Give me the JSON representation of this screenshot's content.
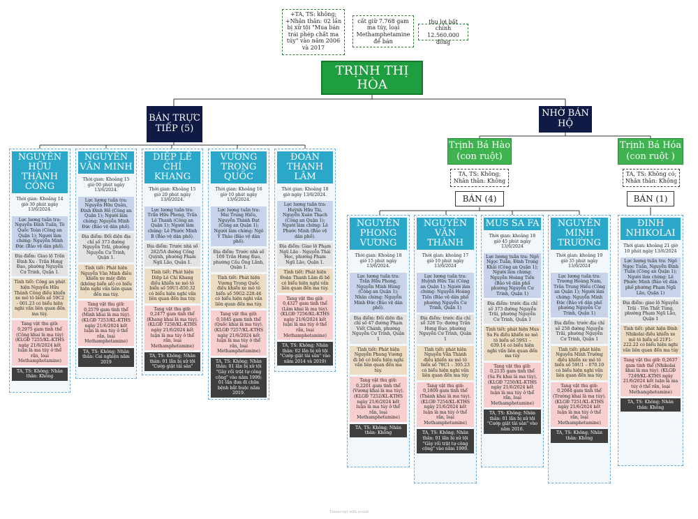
{
  "top_notes": {
    "criminal": "+TA, TS: không;\n+Nhân thân: 02 lần bị xử tội \"Mua bán trái phép chất ma túy\" vào năm 2006 và 2017",
    "hidden": "cất giữ 7.768 gam ma túy, loại Methamphetamine để bán",
    "profit": "thu lợi bất chính 12.560.000 đồng"
  },
  "root": "TRỊNH THỊ HÒA",
  "branches": {
    "direct": "BÁN TRỰC TIẾP (5)",
    "via": "NHỜ BÁN HỘ"
  },
  "sons": [
    {
      "name": "Trịnh Bá Hào (con ruột)",
      "note": "TA, TS: Không; Nhân thân: Không",
      "ban": "BÁN (4)"
    },
    {
      "name": "Trịnh Bá Hóa (con ruột )",
      "note": "TA, TS: Không có; Nhân thân: Không",
      "ban": "BÁN (1)"
    }
  ],
  "people": [
    {
      "name": "NGUYỄN HỮU THÀNH CÔNG",
      "time": "Thời gian: Khoảng 14 giờ 30 phút ngày 13/6/2024.",
      "force": "Lực lượng tuần tra: Nguyễn Đình Tuấn, Tô Quốc Toàn (Công an Quận 1); Người làm chứng: Nguyễn Minh Đức (Bảo vệ dân phố).",
      "place": "Địa điểm: Giao lộ Trần Đình Xu - Trần Hưng Đạo, phường Nguyễn Cư Trinh, Quận 1.",
      "detail": "Tình tiết: Công an phát hiện Nguyễn Hữu Thành Công điều khiển xe mô tô biển số 59C2 - 001.23 có biểu hiện nghi vấn liên quan đến ma túy.",
      "evidence": "Tang vật thu giữ: 0,2975 gam tinh thể (Công khai là ma túy) (KLGĐ 7255/KL-KTHS ngày 21/6/2024 kết luận là ma túy ở thể rắn, loại Methamphetamine)",
      "record": "TA, TS: Không; Nhân thân: Không"
    },
    {
      "name": "NGUYỄN VĂN MINH",
      "time": "Thời gian: Khoảng 15 giờ 00 phút ngày 13/6/2024.",
      "force": "Lực lượng tuần tra: Nguyễn Hữu Quân, Đinh Đình Hồ (Công an Quận 1); Người làm chứng: Nguyễn Minh Đức (Bảo vệ dân phố).",
      "place": "Địa điểm: Đối diện địa chỉ số 373 đường Nguyễn Trãi, phường Nguyễn Cư Trinh, Quận 1.",
      "detail": "Tình tiết: Phát hiện Nguyễn Văn Minh điều khiển xe máy điện (không biển số) có biểu hiện nghi vấn liên quan đến ma túy.",
      "evidence": "Tang vật thu giữ: 0,2579 gam tinh thể (Minh khai là ma túy). (KLGĐ 7253/KL-KTHS ngày 21/6/2024 kết luận là ma túy ở thể rắn, loại Methamphetamine)",
      "record": "TA, TS: Không; Nhân thân: Cai nghiện năm 2019"
    },
    {
      "name": "DIỆP LÊ CHÍ KHANG",
      "time": "Thời gian: Khoảng 15 giờ 20 phút ngày 13/6/2024.",
      "force": "Lực lượng tuần tra: Trần Hữu Phong, Trần Lê Thanh (Công an Quận 1); Người làm chứng: Lê Phước Minh B (Bảo vệ dân phố).",
      "place": "Địa điểm: Trước nhà số 282/5A đường Cống Quỳnh, phường Phạm Ngũ Lão, Quận 1.",
      "detail": "Tình tiết: Phát hiện Diệp Lê Chí Khang điều khiển xe mô tô biển số 59U1-850.32 có biểu hiện nghi vấn liên quan đến ma túy.",
      "evidence": "Tang vật thu giữ: 0,2477 gam tinh thể (Khang khai là ma túy). (KLGĐ 7258/KL-KTHS ngày 21/6/2024 kết luận là ma túy ở thể rắn, loại Methamphetamine)",
      "record": "TA, TS: Không; Nhân thân: 01 lần bị xử tội \"Cướp giật tài sản\""
    },
    {
      "name": "VƯƠNG TRỌNG QUỐC",
      "time": "Thời gian: Khoảng 16 giờ 10 phút ngày 13/6/2024.",
      "force": "Lực lượng tuần tra: Mai Trung Hiếu, Nguyễn Thành Đạt (Công an Quận 1); Người làm chứng: Ngô Ý Thảo (Bảo vệ dân phố).",
      "place": "Địa điểm: Trước nhà số 109 Trần Hưng Đạo, phường Cầu Ông Lãnh, Quận 1.",
      "detail": "Tình tiết: Phát hiện Vương Trọng Quốc điều khiển xe mô tô biển số 59G2-228.46 có biểu hiện nghi vấn liên quan đến ma túy.",
      "evidence": "Tang vật thu giữ: 0,1845 gam tinh thể (Quốc khai là ma túy). (KLGĐ 7257/KL-KTHS ngày 21/6/2024 kết luận là ma túy ở thể rắn, loại Methamphetamine)",
      "record": "TA, TS: Không; Nhân thân: 01 lần bị xử tội \"Gây rối trật tự công cộng\" vào năm 1999; 01 lần đưa đi chữa bệnh bắt buộc năm 2019."
    },
    {
      "name": "ĐOÀN THANH LÂM",
      "time": "Thời gian: Khoảng 18 giờ ngày 13/6/2024.",
      "force": "Lực lượng tuần tra: Huỳnh Hữu Tài, Nguyễn Xuân Thạch (Công an Quận 1); Người làm chứng: Lê Phước Minh (Bảo vệ dân phố).",
      "place": "Địa điểm: Giao lộ Phạm Ngũ Lão - Nguyễn Thái Học, phường Phạm Ngũ Lão, Quận 1.",
      "detail": "Tình tiết: Phát hiện Đoàn Thanh Lâm đi bộ có biểu hiện nghi vấn liên quan đến ma túy.",
      "evidence": "Tang vật thu giữ: 0,4327 gam tinh thể (Lâm khai là ma túy). (KLGĐ 7256/KL-KTHS ngày 21/6/2024 kết luận là ma túy ở thể rắn, loại Methamphetamine)",
      "record": "TA, TS: Không; Nhân thân: 02 lần bị xử tội \"Cướp giật tài sản\" vào năm 2014 và 2019)"
    },
    {
      "name": "NGUYỄN PHONG VƯƠNG",
      "time": "Thời gian: Khoảng 18 giờ 15 phút ngày 13/6/2024.",
      "force": "Lực lượng tuần tra: Trần Hữu Phong, Nguyễn Minh Hùng (Công an Quận 1); Nhân chứng: Nguyễn Minh Đức (Bảo vệ dân phố).",
      "place": "Địa điểm: Đối diện địa chỉ số 47 đường Phạm Viết Chánh, phường Nguyễn Cư Trinh, Quận 1",
      "detail": "Tình tiết: Phát hiện Nguyễn Phong Vương đi bộ có biểu hiện nghi vấn liên quan đến ma túy.",
      "evidence": "Tang vật thu giữ: 0,2201 gam tinh thể (Vương khai là ma túy). (KLGĐ 7252/KL-KTHS ngày 21/6/2024 kết luận là ma túy ở thể rắn, loại Methamphetamine)",
      "record": "TA, TS: Không; Nhân thân: Không"
    },
    {
      "name": "NGUYỄN VĂN THÀNH",
      "time": "Thời gian: khoảng 17 giờ 10 phút ngày 13/6/2024",
      "force": "Lực lượng tuần tra: Huỳnh Hữu Tài (Công an Quận 1); Người làm chứng: Nguyễn Hoàng Tiến (Bảo vệ dân phố phường Nguyễn Cư Trinh, Quận 1)",
      "place": "Địa điểm: trước địa chỉ số 328 Tọ: đường Trần Hưng Đạo, phường Nguyễn Cư Trinh, Quận 1",
      "detail": "Tình tiết: phát hiện Nguyễn Văn Thành điều khiển xe mô tô biển số 78C1 – 305.23 có biểu hiện nghi vấn liên quan đến ma túy",
      "evidence": "Tang vật thu giữ: 0,1809 gam tinh thể (Thành khai là ma túy). (KLGĐ 7254/KL-KTHS ngày 21/6/2024 kết luận là ma túy ở thể rắn, loại Methamphetamine)",
      "record": "TA, TS: Không; Nhân thân: 01 lần bị xử tội \"Gây rối trật tự công cộng\" vào năm 1999."
    },
    {
      "name": "MUS SA FA",
      "time": "Thời gian: khoảng 18 giờ 45 phút ngày 13/6/2024",
      "force": "Lực lượng tuần tra: Ngô Ngọc Tuấn, Đinh Trọng Khải (Công an Quận 1); Người làm chứng: Nguyễn Hoàng Tiến (Bảo vệ dân phố phường Nguyễn Cư Trinh, Quận 1)",
      "place": "Địa điểm: trước địa chỉ số 373 đường Nguyễn Trãi, phường Nguyễn Cư Trinh, Quận 1",
      "detail": "Tình tiết: phát hiện Mus Sa Fa điều khiển xe mô tô biển số 59S1 – 639.14 có biểu hiện nghi vấn liên quan đến ma túy",
      "evidence": "Tang vật thu giữ: 0,2135 gam tinh thể (Sa Fa khai là ma túy). (KLGĐ 7250/KL-KTHS ngày 21/6/2024 kết luận là ma túy ở thể rắn, loại Methamphetamine)",
      "record": "TA, TS: Không; Nhân thân: 01 lần bị xử tội \"Cướp giật tài sản\" vào năm 2016."
    },
    {
      "name": "NGUYỄN MINH TRƯỜNG",
      "time": "Thời gian: khoảng 19 giờ 35 phút ngày 13/6/2024",
      "force": "Lực lượng tuần tra: Trương Hoàng Nam, Trần Trung Hiếu (Công an Quận 1); Người làm chứng: Nguyễn Minh Đức (Bảo vệ dân phố phường Nguyễn Cư Trinh, Quận 1)",
      "place": "Địa điểm: trước địa chỉ số 258 đường Nguyễn Trãi, phường Nguyễn Cư Trinh, Quận 1",
      "detail": "Tình tiết: phát hiện Nguyễn Minh Trường điều khiển xe mô tô biển số 59U1 – 070.10 có biểu hiện nghi vấn liên quan đến ma túy",
      "evidence": "Tang vật thu giữ: 0,2084 gam tinh thể (Trường khai là ma túy). (KLGĐ 7251/KL-KTHS ngày 21/6/2024 kết luận là ma túy ở thể rắn, loại Methamphetamine)",
      "record": "TA, TS: Không; Nhân thân: Không"
    },
    {
      "name": "ĐINH NHIKOLAI",
      "time": "Thời gian: khoảng 21 giờ 10 phút ngày 13/6/2024",
      "force": "Lực lượng tuần tra: Ngô Ngọc Tuấn, Nguyễn Đình Tuấn (Công an Quận 1); Người làm chứng: Lê Phước Minh (Bảo vệ dân phố phường Phạm Ngũ Lão, Quận 1)",
      "place": "Địa điểm: giao lộ Nguyễn Trãi - Tôn Thất Tùng, phường Phạm Ngũ Lão, Quận 1",
      "detail": "Tình tiết: phát hiện Đinh Nhikolai điều khiển xe mô tô biển số 21F1-222.22 có biểu hiện nghi vấn liên quan đến ma túy",
      "evidence": "Tang vật thu giữ: 0,2637 gam tinh thể (Nhikolai khai là ma túy). (KLGĐ 7249/KL-KTHS ngày 21/6/2024 kết luận là ma túy ở thể rắn, loại Methamphetamine)",
      "record": "TA, TS: Không; Nhân thân: Không"
    }
  ],
  "watermark": "Transcript with sound"
}
